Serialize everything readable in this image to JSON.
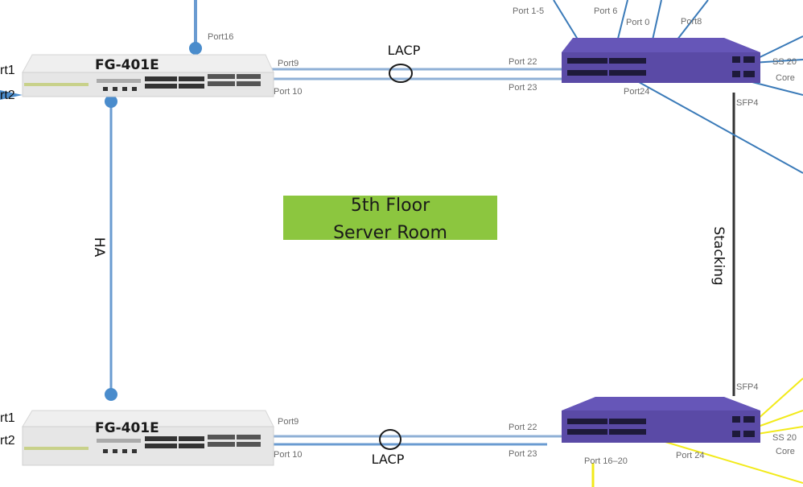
{
  "diagram": {
    "colors": {
      "link_blue": "#6a9bd1",
      "link_dark_blue": "#3a7ab8",
      "stack_line": "#333333",
      "yellow_link": "#f2ea1a",
      "room_fill": "#8cc63f",
      "switch_purple": "#5a4aa6",
      "firewall_gray": "#e8e8e8"
    },
    "room_label": {
      "line1": "5th Floor",
      "line2": "Server Room"
    },
    "firewalls": [
      {
        "model": "FG-401E",
        "left_ports": [
          "rt1",
          "rt2"
        ],
        "top_port": "Port16",
        "right_ports": [
          "Port9",
          "Port 10"
        ]
      },
      {
        "model": "FG-401E",
        "left_ports": [
          "rt1",
          "rt2"
        ],
        "right_ports": [
          "Port9",
          "Port 10"
        ]
      }
    ],
    "switches": [
      {
        "top_ports": [
          "Port 1-5",
          "Port 6",
          "Port 0",
          "Port8"
        ],
        "left_ports": [
          "Port 22",
          "Port 23"
        ],
        "bottom_port": "Port24",
        "sfp_label": "SFP4",
        "right_labels": [
          "SS 20",
          "Core"
        ]
      },
      {
        "left_ports": [
          "Port 22",
          "Port 23"
        ],
        "bottom_ports": [
          "Port 16–20",
          "Port 24"
        ],
        "sfp_label": "SFP4",
        "right_labels": [
          "SS 20",
          "Core"
        ]
      }
    ],
    "links": {
      "lacp_top": "LACP",
      "lacp_bottom": "LACP",
      "ha": "HA",
      "stacking": "Stacking"
    }
  }
}
